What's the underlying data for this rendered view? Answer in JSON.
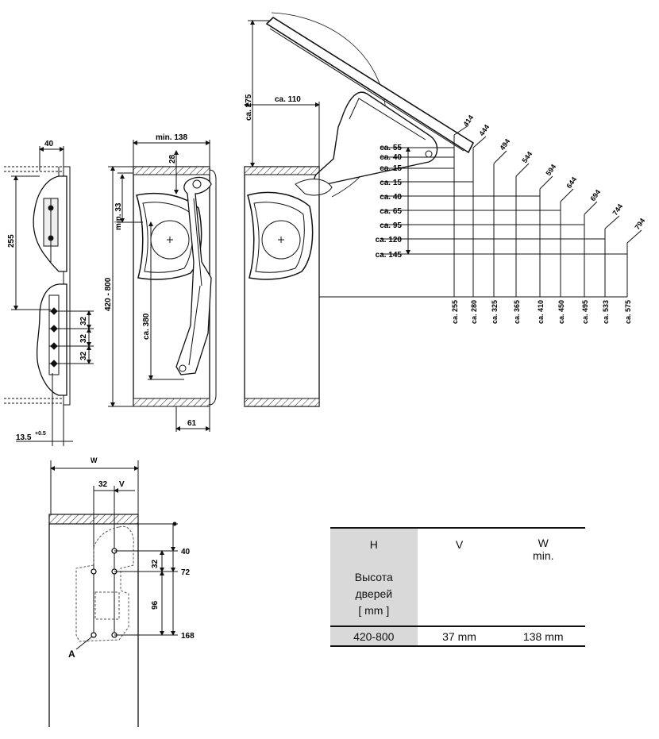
{
  "drawing": {
    "side_view": {
      "dims": [
        "40",
        "255",
        "32",
        "32",
        "32",
        "13.5",
        "+0.5"
      ]
    },
    "front_view": {
      "dims": [
        "min. 138",
        "28",
        "min. 33",
        "420 - 800",
        "ca. 380",
        "61"
      ]
    },
    "open_view": {
      "dims": [
        "ca. 275",
        "ca. 110"
      ],
      "left_labels": [
        "ca. 55",
        "ca. 40",
        "ca. 15",
        "ca. 15",
        "ca. 40",
        "ca. 65",
        "ca. 95",
        "ca. 120",
        "ca. 145"
      ],
      "diag_labels": [
        "414",
        "444",
        "494",
        "544",
        "594",
        "644",
        "694",
        "744",
        "794"
      ],
      "bottom_labels": [
        "ca. 255",
        "ca. 280",
        "ca. 325",
        "ca. 365",
        "ca. 410",
        "ca. 450",
        "ca. 495",
        "ca. 533",
        "ca. 575"
      ]
    },
    "drill_view": {
      "dims": [
        "W",
        "32",
        "V",
        "40",
        "32",
        "72",
        "96",
        "168",
        "A"
      ]
    }
  },
  "table": {
    "headers": [
      {
        "title": "H",
        "sub": [
          "Высота",
          "дверей",
          "[ mm ]"
        ]
      },
      {
        "title": "V",
        "sub": []
      },
      {
        "title": "W",
        "sub": [
          "min."
        ]
      }
    ],
    "rows": [
      [
        "420-800",
        "37 mm",
        "138 mm"
      ]
    ]
  }
}
